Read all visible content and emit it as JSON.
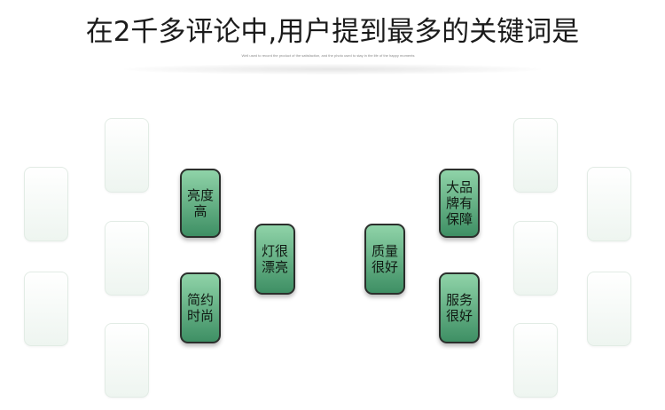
{
  "title": "在2千多评论中,用户提到最多的关键词是",
  "subtitle": "Well used to record the product of the satisfaction, and the photo used to stay in the life of the happy moments",
  "keywords": {
    "left_top": "亮度高",
    "left_bottom": "简约时尚",
    "center_left": "灯很漂亮",
    "center_right": "质量很好",
    "right_top": "大品牌有保障",
    "right_bottom": "服务很好"
  },
  "colors": {
    "keyword_fill_top": "#8fd3a8",
    "keyword_fill_bottom": "#3e8f64",
    "keyword_border": "#2b2f2c",
    "ghost_fill": "#eef5f0"
  }
}
